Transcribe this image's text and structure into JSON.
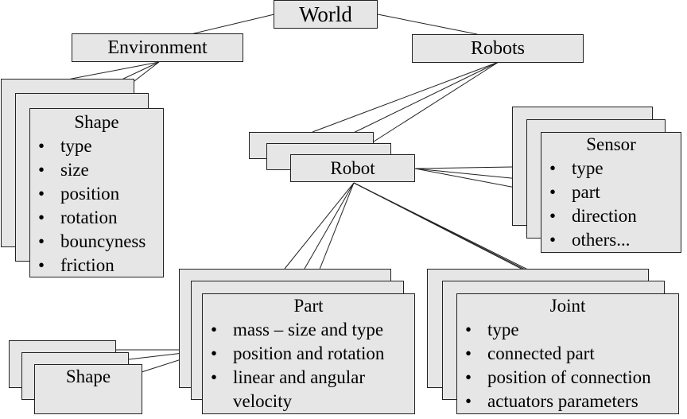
{
  "world": {
    "title": "World"
  },
  "environment": {
    "title": "Environment"
  },
  "robots": {
    "title": "Robots"
  },
  "shape_env": {
    "title": "Shape",
    "items": [
      "type",
      "size",
      "position",
      "rotation",
      "bouncyness",
      "friction"
    ]
  },
  "robot": {
    "title": "Robot"
  },
  "sensor": {
    "title": "Sensor",
    "items": [
      "type",
      "part",
      "direction",
      "others..."
    ]
  },
  "part": {
    "title": "Part",
    "items": [
      "mass – size and type",
      "position and rotation",
      "linear and angular",
      "velocity"
    ]
  },
  "joint": {
    "title": "Joint",
    "items": [
      "type",
      "connected part",
      "position of connection",
      "actuators parameters"
    ]
  },
  "shape_part": {
    "title": "Shape"
  },
  "bullet_glyph": "•",
  "colors": {
    "box_fill": "#e6e6e6",
    "line": "#222222"
  }
}
